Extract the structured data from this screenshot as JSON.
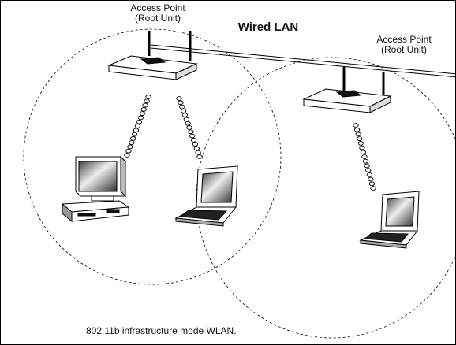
{
  "diagram": {
    "title": "Wired LAN",
    "access_points": [
      {
        "line1": "Access Point",
        "line2": "(Root Unit)"
      },
      {
        "line1": "Access Point",
        "line2": "(Root Unit)"
      }
    ],
    "caption": "802.11b infrastructure mode WLAN."
  },
  "colors": {
    "line": "#000000",
    "device": "#ffffff",
    "screen": "#222222"
  }
}
